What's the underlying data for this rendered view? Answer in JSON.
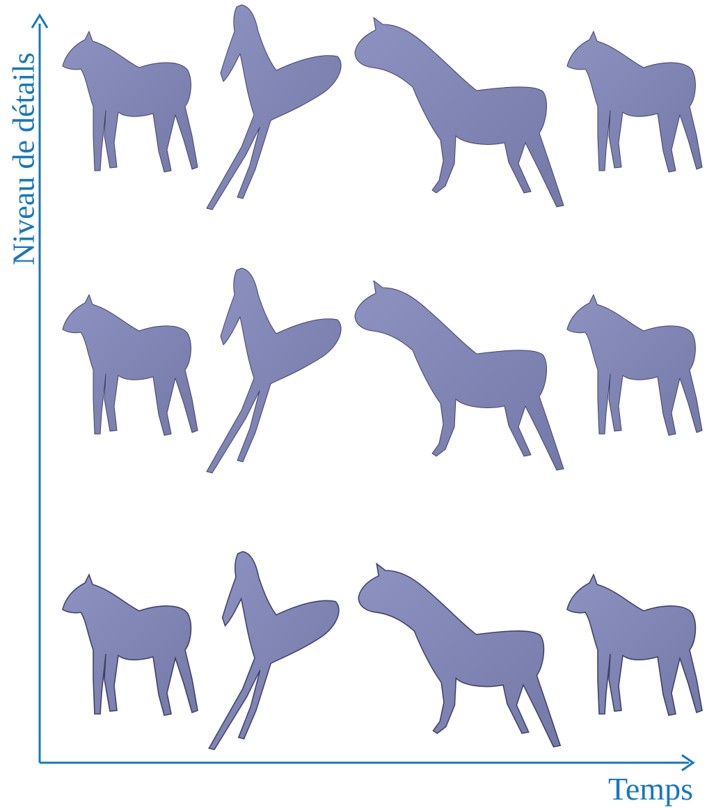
{
  "axes": {
    "y_label": "Niveau de détails",
    "x_label": "Temps",
    "color": "#1577c1"
  },
  "mesh_color": "#7479a8",
  "grid": {
    "levels_of_detail": 3,
    "time_steps": 4
  },
  "frames": [
    {
      "row": 0,
      "col": 0,
      "pose": "standing-left"
    },
    {
      "row": 0,
      "col": 1,
      "pose": "rearing"
    },
    {
      "row": 0,
      "col": 2,
      "pose": "galloping"
    },
    {
      "row": 0,
      "col": 3,
      "pose": "standing-left"
    },
    {
      "row": 1,
      "col": 0,
      "pose": "standing-left"
    },
    {
      "row": 1,
      "col": 1,
      "pose": "rearing"
    },
    {
      "row": 1,
      "col": 2,
      "pose": "galloping"
    },
    {
      "row": 1,
      "col": 3,
      "pose": "standing-left"
    },
    {
      "row": 2,
      "col": 0,
      "pose": "standing-left"
    },
    {
      "row": 2,
      "col": 1,
      "pose": "rearing"
    },
    {
      "row": 2,
      "col": 2,
      "pose": "galloping"
    },
    {
      "row": 2,
      "col": 3,
      "pose": "standing-left"
    }
  ]
}
